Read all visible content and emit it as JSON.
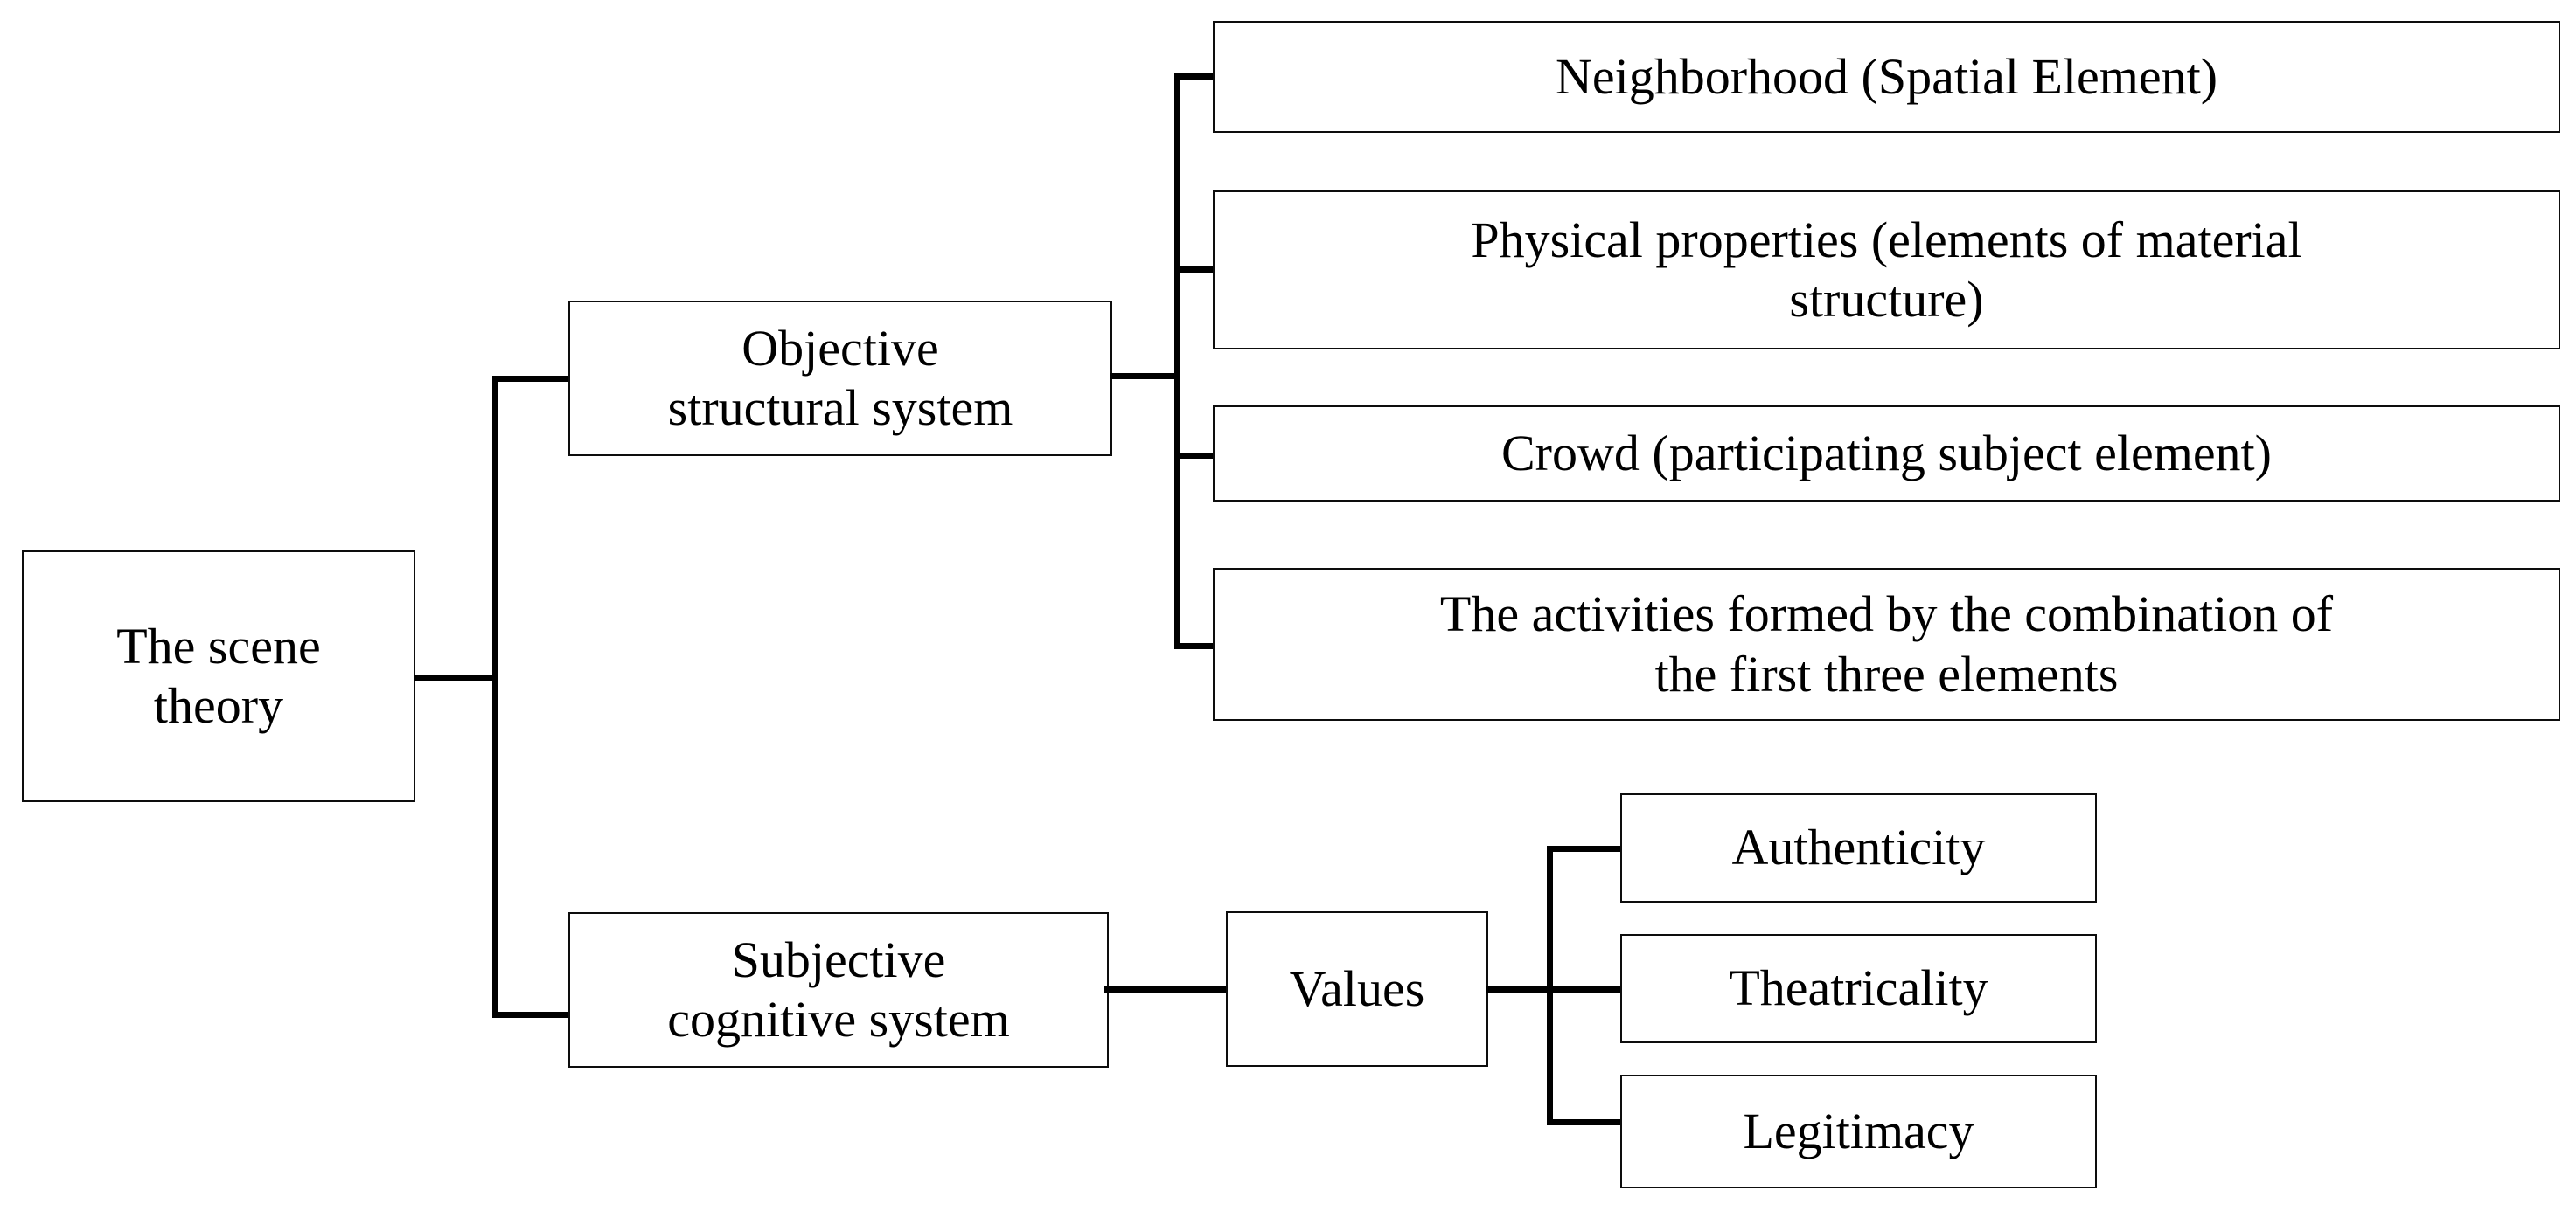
{
  "diagram": {
    "title": "The scene theory framework",
    "type": "tree-diagram",
    "orientation": "left-to-right",
    "colors": {
      "background": "#ffffff",
      "box_border": "#0d0d0d",
      "connector": "#000000",
      "text": "#000000"
    },
    "root": {
      "label": "The scene\ntheory"
    },
    "branches": [
      {
        "label": "Objective\nstructural system",
        "children": [
          {
            "label": "Neighborhood (Spatial Element)"
          },
          {
            "label": "Physical properties (elements of material\nstructure)"
          },
          {
            "label": "Crowd (participating subject element)"
          },
          {
            "label": "The activities formed by the combination of\nthe first three elements"
          }
        ]
      },
      {
        "label": "Subjective\ncognitive system",
        "intermediate": {
          "label": "Values"
        },
        "children": [
          {
            "label": "Authenticity"
          },
          {
            "label": "Theatricality"
          },
          {
            "label": "Legitimacy"
          }
        ]
      }
    ]
  }
}
